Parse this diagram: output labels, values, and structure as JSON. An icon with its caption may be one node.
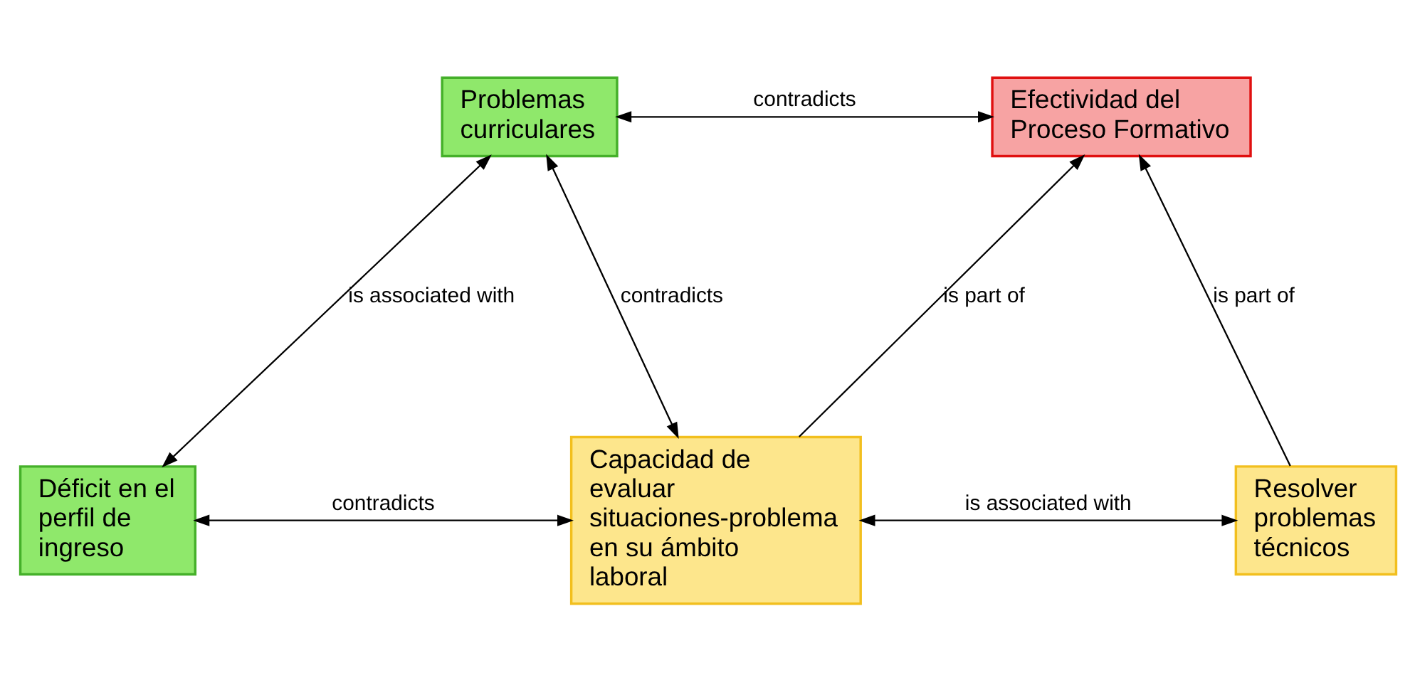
{
  "diagram": {
    "nodes": [
      {
        "text": [
          "Problemas curriculares"
        ]
      },
      {
        "text": [
          "Efectividad del Proceso Formativo"
        ]
      },
      {
        "text": [
          "Déficit en el perfil de ingreso"
        ]
      },
      {
        "text": [
          "Capacidad de evaluar situaciones-problema en su ámbito laboral"
        ]
      },
      {
        "text": [
          "Resolver problemas técnicos"
        ]
      }
    ],
    "edges": [
      {
        "from": 0,
        "to": 1,
        "arrow": "both",
        "label": "contradicts"
      },
      {
        "from": 0,
        "to": 2,
        "arrow": "both",
        "label": "is associated with"
      },
      {
        "from": 0,
        "to": 3,
        "arrow": "both",
        "label": "contradicts"
      },
      {
        "from": 3,
        "to": 1,
        "arrow": "to",
        "label": "is part of"
      },
      {
        "from": 4,
        "to": 1,
        "arrow": "to",
        "label": "is part of"
      },
      {
        "from": 2,
        "to": 3,
        "arrow": "both",
        "label": "contradicts"
      },
      {
        "from": 3,
        "to": 4,
        "arrow": "both",
        "label": "is associated with"
      }
    ]
  }
}
